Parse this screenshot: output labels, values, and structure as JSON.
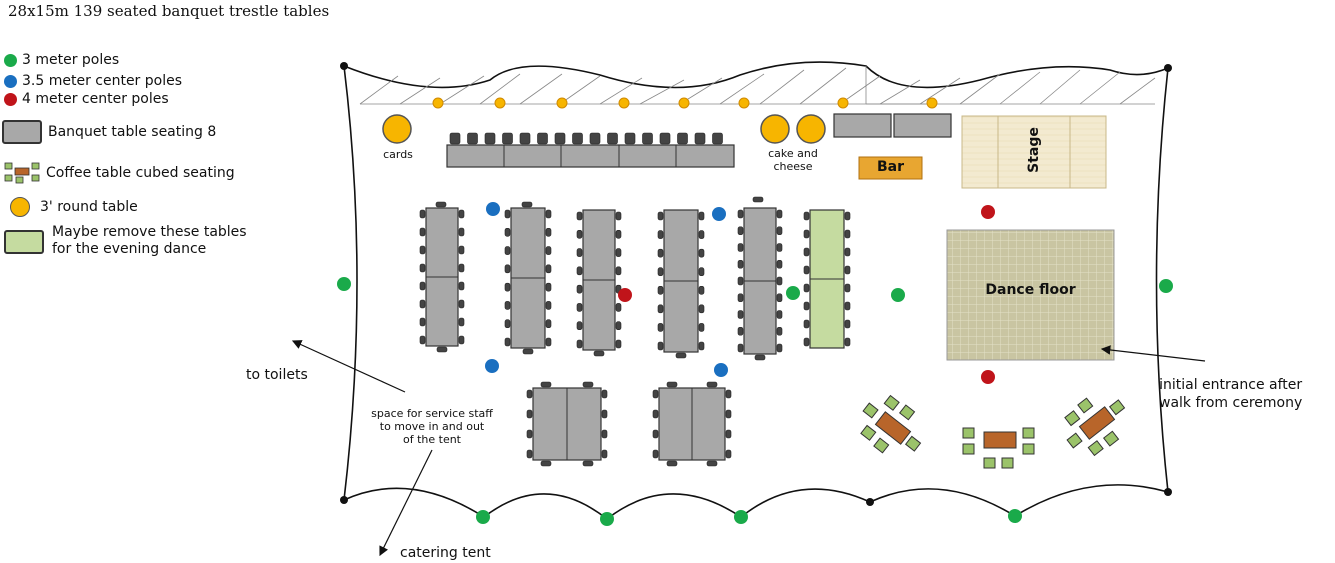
{
  "title": "28x15m 139 seated banquet trestle tables",
  "legend": {
    "green_pole": "3 meter poles",
    "blue_pole": "3.5 meter center poles",
    "red_pole": "4 meter center poles",
    "banquet_table": "Banquet table seating 8",
    "coffee_table": "Coffee table cubed seating",
    "round_table": "3' round table",
    "maybe_remove_line1": "Maybe remove these tables",
    "maybe_remove_line2": "for the evening dance"
  },
  "labels": {
    "cards": "cards",
    "cake_line1": "cake and",
    "cake_line2": "cheese",
    "bar": "Bar",
    "stage": "Stage",
    "dance_floor": "Dance floor",
    "to_toilets": "to toilets",
    "service_line1": "space for service staff",
    "service_line2": "to move in and out",
    "service_line3": "of the tent",
    "catering": "catering tent",
    "entrance_line1": "initial entrance after",
    "entrance_line2": "walk from ceremony"
  },
  "colors": {
    "green_pole": "#1aaa4a",
    "blue_pole": "#1a6fc0",
    "red_pole": "#c0141a",
    "round_table": "#f7b500",
    "banquet_table": "#a8a8a8",
    "maybe_table": "#c5dba0",
    "coffee_table": "#b8652a",
    "cube_seat": "#9bc36a",
    "bar": "#e8a631",
    "stage": "#f2e8cc",
    "dance_floor": "#c8c4a0"
  }
}
